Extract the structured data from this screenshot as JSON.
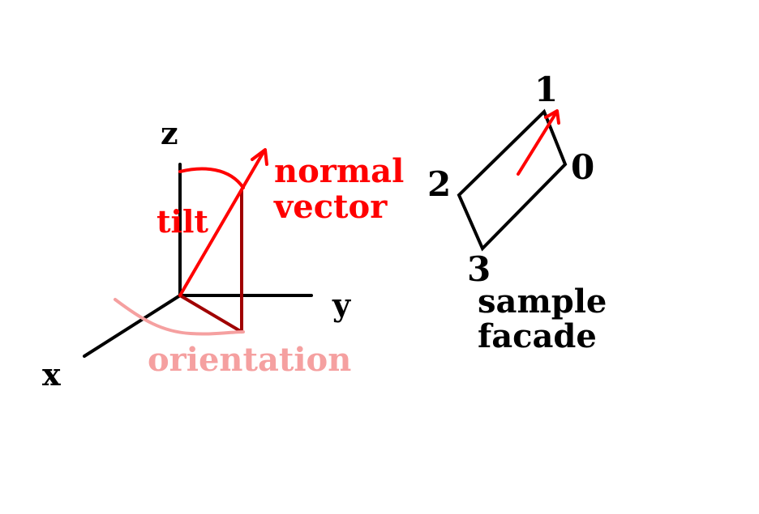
{
  "axes": {
    "x_label": "x",
    "y_label": "y",
    "z_label": "z"
  },
  "annotations": {
    "tilt": "tilt",
    "normal_line1": "normal",
    "normal_line2": "vector",
    "orientation": "orientation"
  },
  "facade": {
    "vertex_0": "0",
    "vertex_1": "1",
    "vertex_2": "2",
    "vertex_3": "3",
    "caption_line1": "sample",
    "caption_line2": "facade"
  },
  "colors": {
    "axis": "#000000",
    "normal": "#ff0000",
    "projection": "#a00000",
    "orientation": "#f5a0a0"
  }
}
